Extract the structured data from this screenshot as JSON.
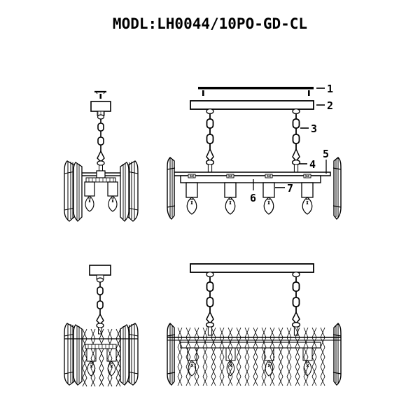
{
  "document": {
    "title": "MODL:LH0044/10PO-GD-CL",
    "background_color": "#ffffff",
    "line_color": "#000000",
    "type": "lighting-assembly-exploded-diagram"
  },
  "callouts": [
    {
      "id": "1",
      "label": "1",
      "part": "ceiling-mounting-bracket"
    },
    {
      "id": "2",
      "label": "2",
      "part": "canopy-bar"
    },
    {
      "id": "3",
      "label": "3",
      "part": "suspension-chain"
    },
    {
      "id": "4",
      "label": "4",
      "part": "chain-connector-rod"
    },
    {
      "id": "5",
      "label": "5",
      "part": "crystal-panel-end"
    },
    {
      "id": "6",
      "label": "6",
      "part": "frame-bar"
    },
    {
      "id": "7",
      "label": "7",
      "part": "lamp-socket"
    }
  ],
  "views": [
    {
      "name": "side-exploded-view",
      "position": "top-left",
      "description": "Narrow side elevation, exploded, two bulbs visible"
    },
    {
      "name": "front-exploded-view",
      "position": "top-right",
      "description": "Long front elevation, exploded, four bulbs visible"
    },
    {
      "name": "side-assembled-view",
      "position": "bottom-left",
      "description": "Narrow side elevation, assembled with crystal prisms"
    },
    {
      "name": "front-assembled-view",
      "position": "bottom-right",
      "description": "Long front elevation, assembled with crystal prisms"
    }
  ],
  "specs": {
    "bulb_count_front": 4,
    "bulb_count_side": 2,
    "chain_count": 2,
    "chain_links": 2
  }
}
